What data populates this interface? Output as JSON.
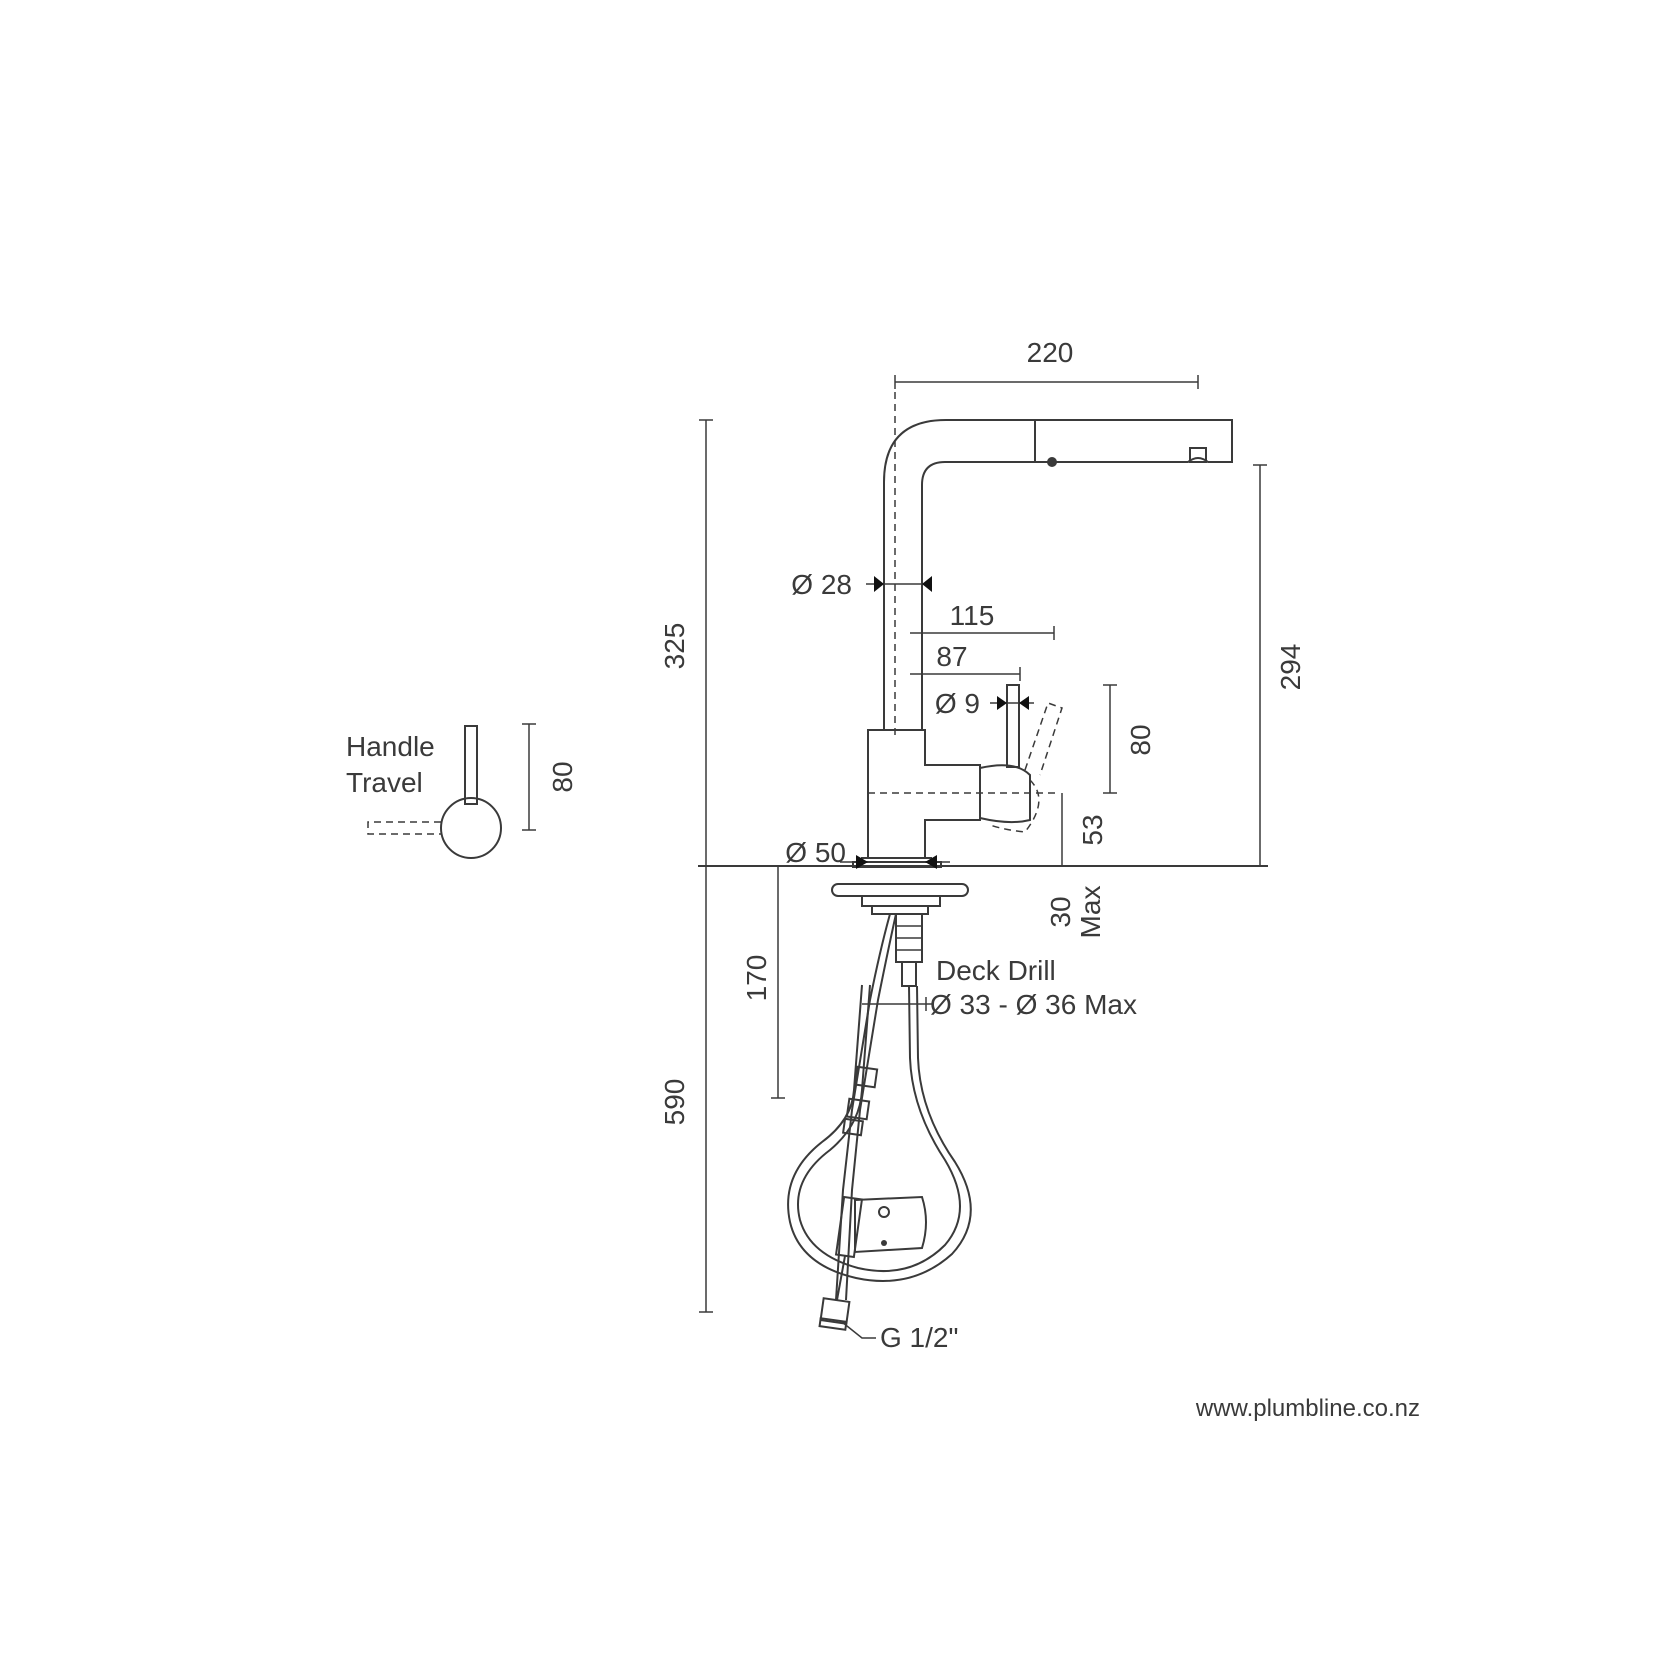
{
  "dimensions": {
    "overall_reach": "220",
    "overall_height": "325",
    "spout_height": "294",
    "spout_diameter": "Ø 28",
    "handle_reach_outer": "115",
    "handle_reach_inner": "87",
    "handle_diameter": "Ø 9",
    "handle_height": "80",
    "base_to_handle": "53",
    "base_diameter": "Ø 50",
    "deck_thickness_value": "30",
    "deck_thickness_suffix": "Max",
    "shank_length": "170",
    "hose_length": "590",
    "thread": "G 1/2\""
  },
  "deck_drill": {
    "title": "Deck Drill",
    "range": "Ø 33 - Ø 36 Max"
  },
  "handle_travel": {
    "line1": "Handle",
    "line2": "Travel",
    "value": "80"
  },
  "footer": {
    "website": "www.plumbline.co.nz"
  }
}
